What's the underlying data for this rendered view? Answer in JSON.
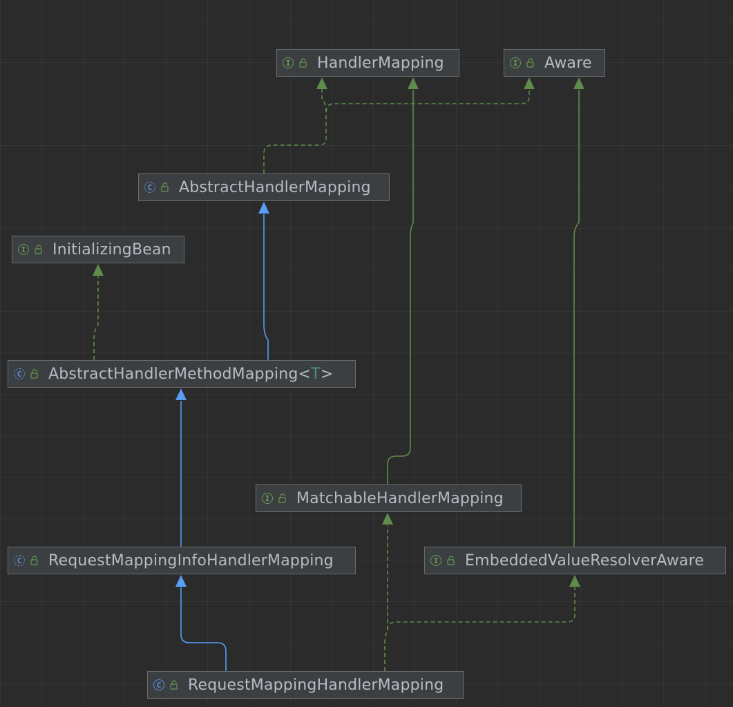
{
  "diagram": {
    "nodes": [
      {
        "id": "handler-mapping",
        "kind": "interface",
        "kind_icon": "interface-icon",
        "visibility_icon": "public-unlock-icon",
        "label": "HandlerMapping",
        "type_param": ""
      },
      {
        "id": "aware",
        "kind": "interface",
        "kind_icon": "interface-icon",
        "visibility_icon": "public-unlock-icon",
        "label": "Aware",
        "type_param": ""
      },
      {
        "id": "abstract-handler-mapping",
        "kind": "class",
        "kind_icon": "abstract-class-icon",
        "visibility_icon": "public-unlock-icon",
        "label": "AbstractHandlerMapping",
        "type_param": ""
      },
      {
        "id": "initializing-bean",
        "kind": "interface",
        "kind_icon": "interface-icon",
        "visibility_icon": "public-unlock-icon",
        "label": "InitializingBean",
        "type_param": ""
      },
      {
        "id": "abstract-handler-method-mapping",
        "kind": "class",
        "kind_icon": "abstract-class-icon",
        "visibility_icon": "public-unlock-icon",
        "label": "AbstractHandlerMethodMapping",
        "type_param": "T"
      },
      {
        "id": "matchable-handler-mapping",
        "kind": "interface",
        "kind_icon": "interface-icon",
        "visibility_icon": "public-unlock-icon",
        "label": "MatchableHandlerMapping",
        "type_param": ""
      },
      {
        "id": "request-mapping-info-handler-mapping",
        "kind": "class",
        "kind_icon": "abstract-class-icon",
        "visibility_icon": "public-unlock-icon",
        "label": "RequestMappingInfoHandlerMapping",
        "type_param": ""
      },
      {
        "id": "embedded-value-resolver-aware",
        "kind": "interface",
        "kind_icon": "interface-icon",
        "visibility_icon": "public-unlock-icon",
        "label": "EmbeddedValueResolverAware",
        "type_param": ""
      },
      {
        "id": "request-mapping-handler-mapping",
        "kind": "class",
        "kind_icon": "class-icon",
        "visibility_icon": "public-unlock-icon",
        "label": "RequestMappingHandlerMapping",
        "type_param": ""
      }
    ],
    "edges": [
      {
        "from": "abstract-handler-mapping",
        "to": "handler-mapping",
        "relation": "implements"
      },
      {
        "from": "abstract-handler-mapping",
        "to": "aware",
        "relation": "implements"
      },
      {
        "from": "abstract-handler-method-mapping",
        "to": "abstract-handler-mapping",
        "relation": "extends"
      },
      {
        "from": "abstract-handler-method-mapping",
        "to": "initializing-bean",
        "relation": "implements"
      },
      {
        "from": "request-mapping-info-handler-mapping",
        "to": "abstract-handler-method-mapping",
        "relation": "extends"
      },
      {
        "from": "request-mapping-handler-mapping",
        "to": "request-mapping-info-handler-mapping",
        "relation": "extends"
      },
      {
        "from": "request-mapping-handler-mapping",
        "to": "matchable-handler-mapping",
        "relation": "implements"
      },
      {
        "from": "request-mapping-handler-mapping",
        "to": "embedded-value-resolver-aware",
        "relation": "implements"
      },
      {
        "from": "matchable-handler-mapping",
        "to": "handler-mapping",
        "relation": "extends-interface"
      },
      {
        "from": "embedded-value-resolver-aware",
        "to": "aware",
        "relation": "extends-interface"
      }
    ],
    "colors": {
      "background": "#2b2b2b",
      "node_fill": "#3c3f41",
      "node_border": "#6a6d70",
      "label_text": "#b6bcc4",
      "type_param_text": "#4d8f80",
      "interface_green": "#6a9955",
      "class_blue": "#5c8fe0",
      "extends_blue": "#589df6",
      "implements_green": "#5f8c4a"
    }
  }
}
